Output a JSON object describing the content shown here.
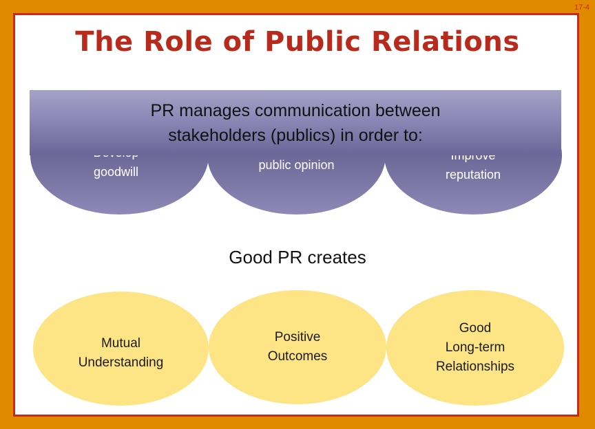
{
  "page_number": "17-4",
  "title": "The Role of Public Relations",
  "banner": "PR manages communication between\nstakeholders (publics) in order to:",
  "goals": [
    {
      "label": "Develop\ngoodwill"
    },
    {
      "label": "Affect\npublic opinion"
    },
    {
      "label": "Improve\nreputation"
    }
  ],
  "middle_text": "Good PR creates",
  "outcomes": [
    {
      "label": "Mutual\nUnderstanding"
    },
    {
      "label": "Positive\nOutcomes"
    },
    {
      "label": "Good\nLong-term\nRelationships"
    }
  ],
  "colors": {
    "background": "#e08a00",
    "frame_border": "#c8281e",
    "title": "#b82a1c",
    "goal_fill": "#6b6595",
    "outcome_fill": "#fde484"
  }
}
